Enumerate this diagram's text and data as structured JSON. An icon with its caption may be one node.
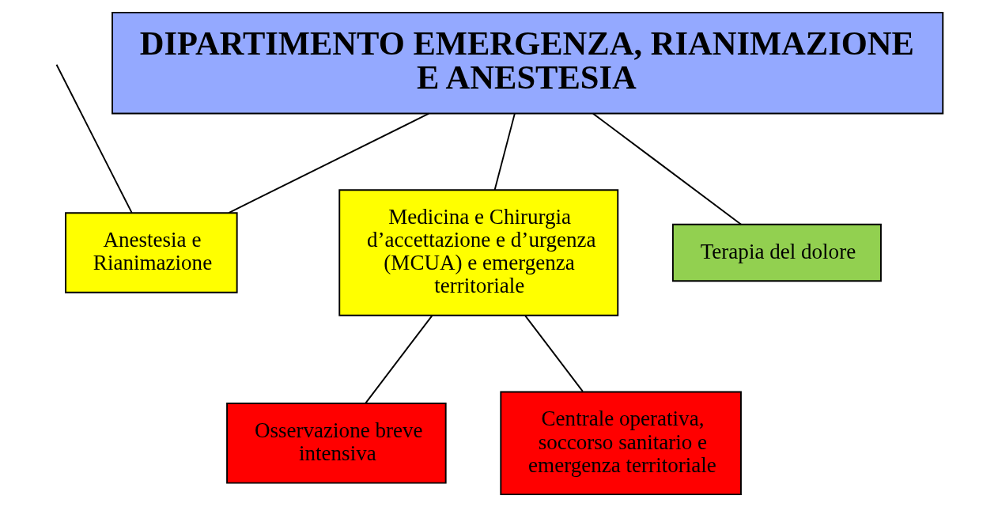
{
  "diagram": {
    "nodes": [
      {
        "text": [
          "DIPARTIMENTO EMERGENZA, RIANIMAZIONE E ANESTESIA"
        ]
      },
      {
        "text": [
          "Anestesia e Rianimazione"
        ]
      },
      {
        "text": [
          "Medicina e Chirurgia d’accettazione e d’urgenza (MCUA) e emergenza territoriale"
        ]
      },
      {
        "text": [
          "Terapia del dolore"
        ]
      },
      {
        "text": [
          "Osservazione breve intensiva"
        ]
      },
      {
        "text": [
          "Centrale operativa, soccorso sanitario e emergenza territoriale"
        ]
      }
    ],
    "edges": [
      {
        "from": 0,
        "to": 1,
        "arrow": "none"
      },
      {
        "from": 0,
        "to": 2,
        "arrow": "none"
      },
      {
        "from": 0,
        "to": 3,
        "arrow": "none"
      },
      {
        "from": 2,
        "to": 4,
        "arrow": "none"
      },
      {
        "from": 2,
        "to": 5,
        "arrow": "none"
      },
      {
        "from": null,
        "to": 1,
        "arrow": "none"
      }
    ]
  }
}
